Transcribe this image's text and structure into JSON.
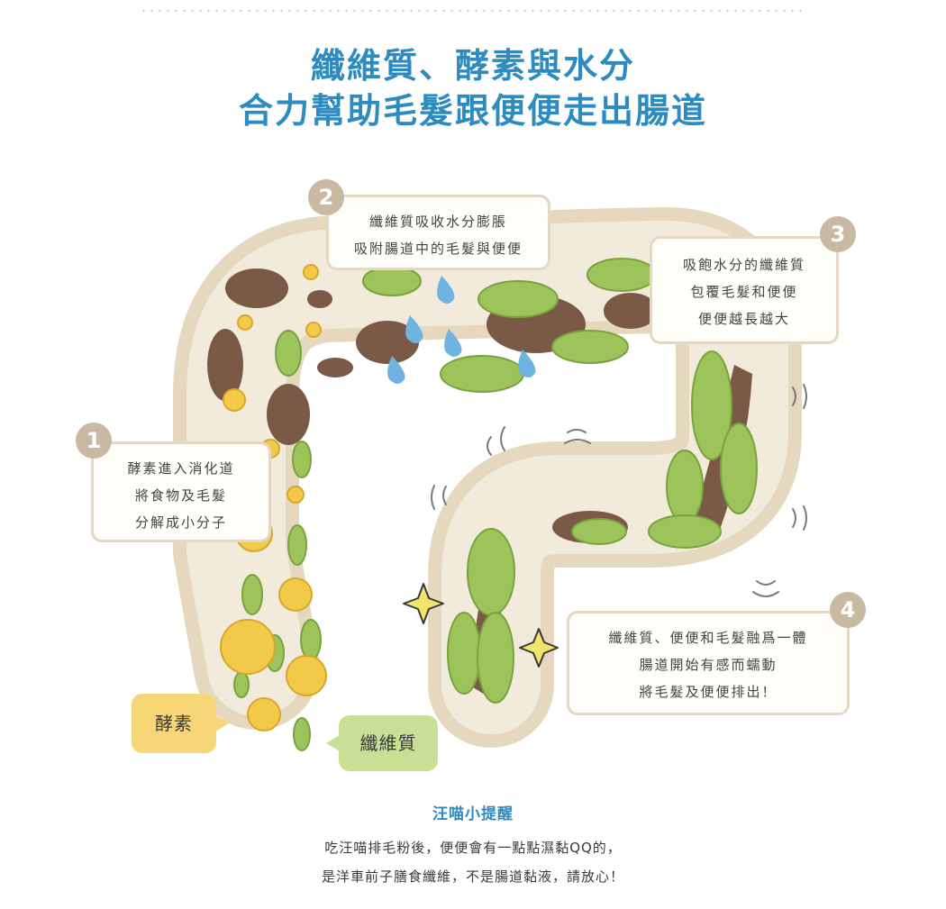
{
  "title": {
    "line1": "纖維質、酵素與水分",
    "line2": "合力幫助毛髮跟便便走出腸道"
  },
  "steps": [
    {
      "number": "1",
      "lines": [
        "酵素進入消化道",
        "將食物及毛髮",
        "分解成小分子"
      ]
    },
    {
      "number": "2",
      "lines": [
        "纖維質吸收水分膨脹",
        "吸附腸道中的毛髮與便便"
      ]
    },
    {
      "number": "3",
      "lines": [
        "吸飽水分的纖維質",
        "包覆毛髮和便便",
        "便便越長越大"
      ]
    },
    {
      "number": "4",
      "lines": [
        "纖維質、便便和毛髮融爲一體",
        "腸道開始有感而蠕動",
        "將毛髮及便便排出！"
      ]
    }
  ],
  "legend": {
    "enzyme": "酵素",
    "fiber": "纖維質"
  },
  "tip": {
    "title": "汪喵小提醒",
    "line1": "吃汪喵排毛粉後，便便會有一點點濕黏QQ的，",
    "line2": "是洋車前子膳食纖維，不是腸道黏液，請放心！"
  },
  "colors": {
    "title": "#2e8bc0",
    "intestine": "#efe4d1",
    "fiber": "#9cc45a",
    "stool": "#7a5a46",
    "enzyme": "#f3c94a",
    "water": "#6fb3e0",
    "badge": "#c9b9a2"
  },
  "icons": [
    "intestine-illustration",
    "fiber-character-icon",
    "enzyme-character-icon",
    "water-drop-icon",
    "sparkle-icon",
    "stool-icon"
  ]
}
